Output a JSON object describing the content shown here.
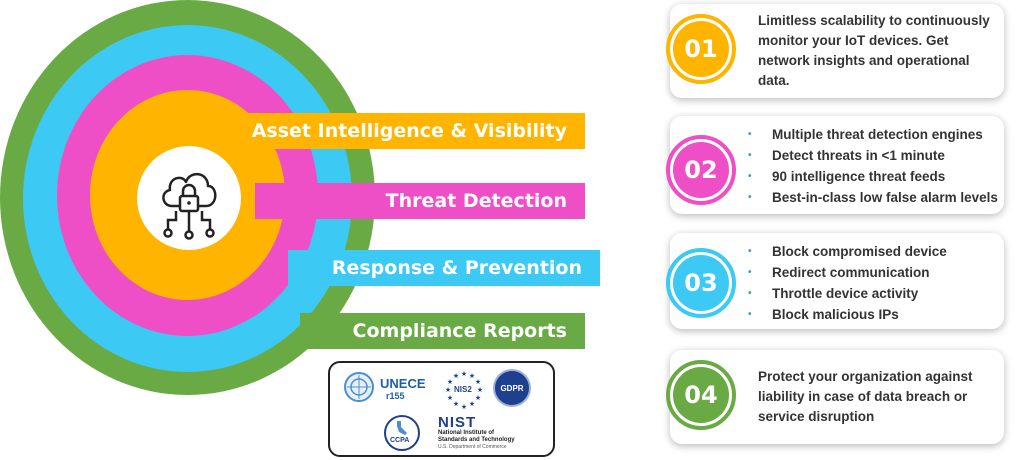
{
  "layers": [
    {
      "label": "Asset Intelligence & Visibility",
      "color": "#ffb400"
    },
    {
      "label": "Threat Detection",
      "color": "#ef4fc6"
    },
    {
      "label": "Response & Prevention",
      "color": "#3cc9f4"
    },
    {
      "label": "Compliance Reports",
      "color": "#6aaa45"
    }
  ],
  "center_icon": "cloud-lock-network-icon",
  "badges": {
    "unece": {
      "name": "UNECE",
      "sub": "r155"
    },
    "nis2": "NIS2",
    "gdpr": "GDPR",
    "ccpa": "CCPA",
    "nist": {
      "name": "NIST",
      "line1": "National Institute of",
      "line2": "Standards and Technology",
      "line3": "U.S. Department of Commerce"
    }
  },
  "features": [
    {
      "number": "01",
      "color": "#ffb400",
      "text": "Limitless scalability to continuously monitor your IoT devices. Get network insights and operational data."
    },
    {
      "number": "02",
      "color": "#ef4fc6",
      "bullets": [
        "Multiple threat detection engines",
        "Detect threats in <1 minute",
        "90 intelligence threat feeds",
        "Best-in-class low false alarm levels"
      ]
    },
    {
      "number": "03",
      "color": "#3cc9f4",
      "bullets": [
        "Block compromised device",
        "Redirect communication",
        "Throttle device activity",
        "Block malicious IPs"
      ]
    },
    {
      "number": "04",
      "color": "#6aaa45",
      "text": "Protect your organization against liability in case of data breach or service disruption"
    }
  ]
}
